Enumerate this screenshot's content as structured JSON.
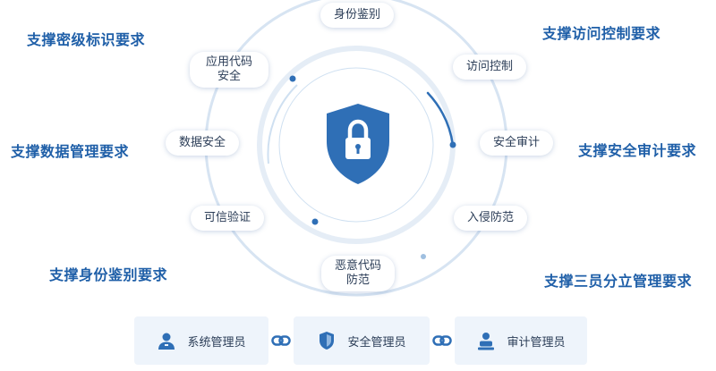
{
  "requirements": {
    "top_left": "支撑密级标识要求",
    "top_right": "支撑访问控制要求",
    "mid_left": "支撑数据管理要求",
    "mid_right": "支撑安全审计要求",
    "bottom_left": "支撑身份鉴别要求",
    "bottom_right": "支撑三员分立管理要求"
  },
  "ring_items": {
    "identity": "身份鉴别",
    "app_code_line1": "应用代码",
    "app_code_line2": "安全",
    "access": "访问控制",
    "data_security": "数据安全",
    "audit": "安全审计",
    "trusted": "可信验证",
    "intrusion": "入侵防范",
    "malicious_line1": "恶意代码",
    "malicious_line2": "防范"
  },
  "roles": {
    "sysadmin": "系统管理员",
    "secadmin": "安全管理员",
    "auditor": "审计管理员"
  },
  "colors": {
    "brand": "#1f5fa8",
    "shield": "#2f6fb6",
    "role_bg": "#eef4fb"
  }
}
